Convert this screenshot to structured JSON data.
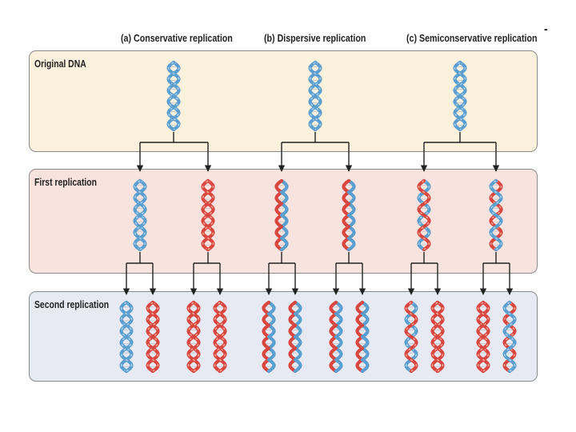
{
  "header": {
    "a": "(a) Conservative replication",
    "b": "(b) Dispersive replication",
    "c": "(c) Semiconservative replication",
    "dash": "-"
  },
  "rows": {
    "original": "Original DNA",
    "first": "First replication",
    "second": "Second replication"
  },
  "colors": {
    "original_panel": "#fbf1dc",
    "first_panel": "#f9e3df",
    "second_panel": "#e7eaf3",
    "parent_strand": "#5b9fd0",
    "parent_strand_light": "#a9cdea",
    "new_strand": "#d9463f",
    "new_strand_light": "#f1a392",
    "arrow": "#222222"
  },
  "helix_strands": {
    "conservative": {
      "original": [
        [
          "P",
          "P"
        ]
      ],
      "first": [
        [
          "P",
          "P"
        ],
        [
          "N",
          "N"
        ]
      ],
      "second": [
        [
          "P",
          "P"
        ],
        [
          "N",
          "N"
        ],
        [
          "N",
          "N"
        ],
        [
          "N",
          "N"
        ]
      ]
    },
    "dispersive": {
      "original": [
        [
          "P",
          "P"
        ]
      ],
      "first": [
        [
          "M",
          "M"
        ],
        [
          "M",
          "M"
        ]
      ],
      "second": [
        [
          "M",
          "M"
        ],
        [
          "M",
          "M"
        ],
        [
          "M",
          "M"
        ],
        [
          "M",
          "M"
        ]
      ]
    },
    "semiconservative": {
      "original": [
        [
          "P",
          "P"
        ]
      ],
      "first": [
        [
          "P",
          "N"
        ],
        [
          "N",
          "P"
        ]
      ],
      "second": [
        [
          "P",
          "N"
        ],
        [
          "N",
          "N"
        ],
        [
          "N",
          "N"
        ],
        [
          "N",
          "P"
        ]
      ]
    }
  }
}
